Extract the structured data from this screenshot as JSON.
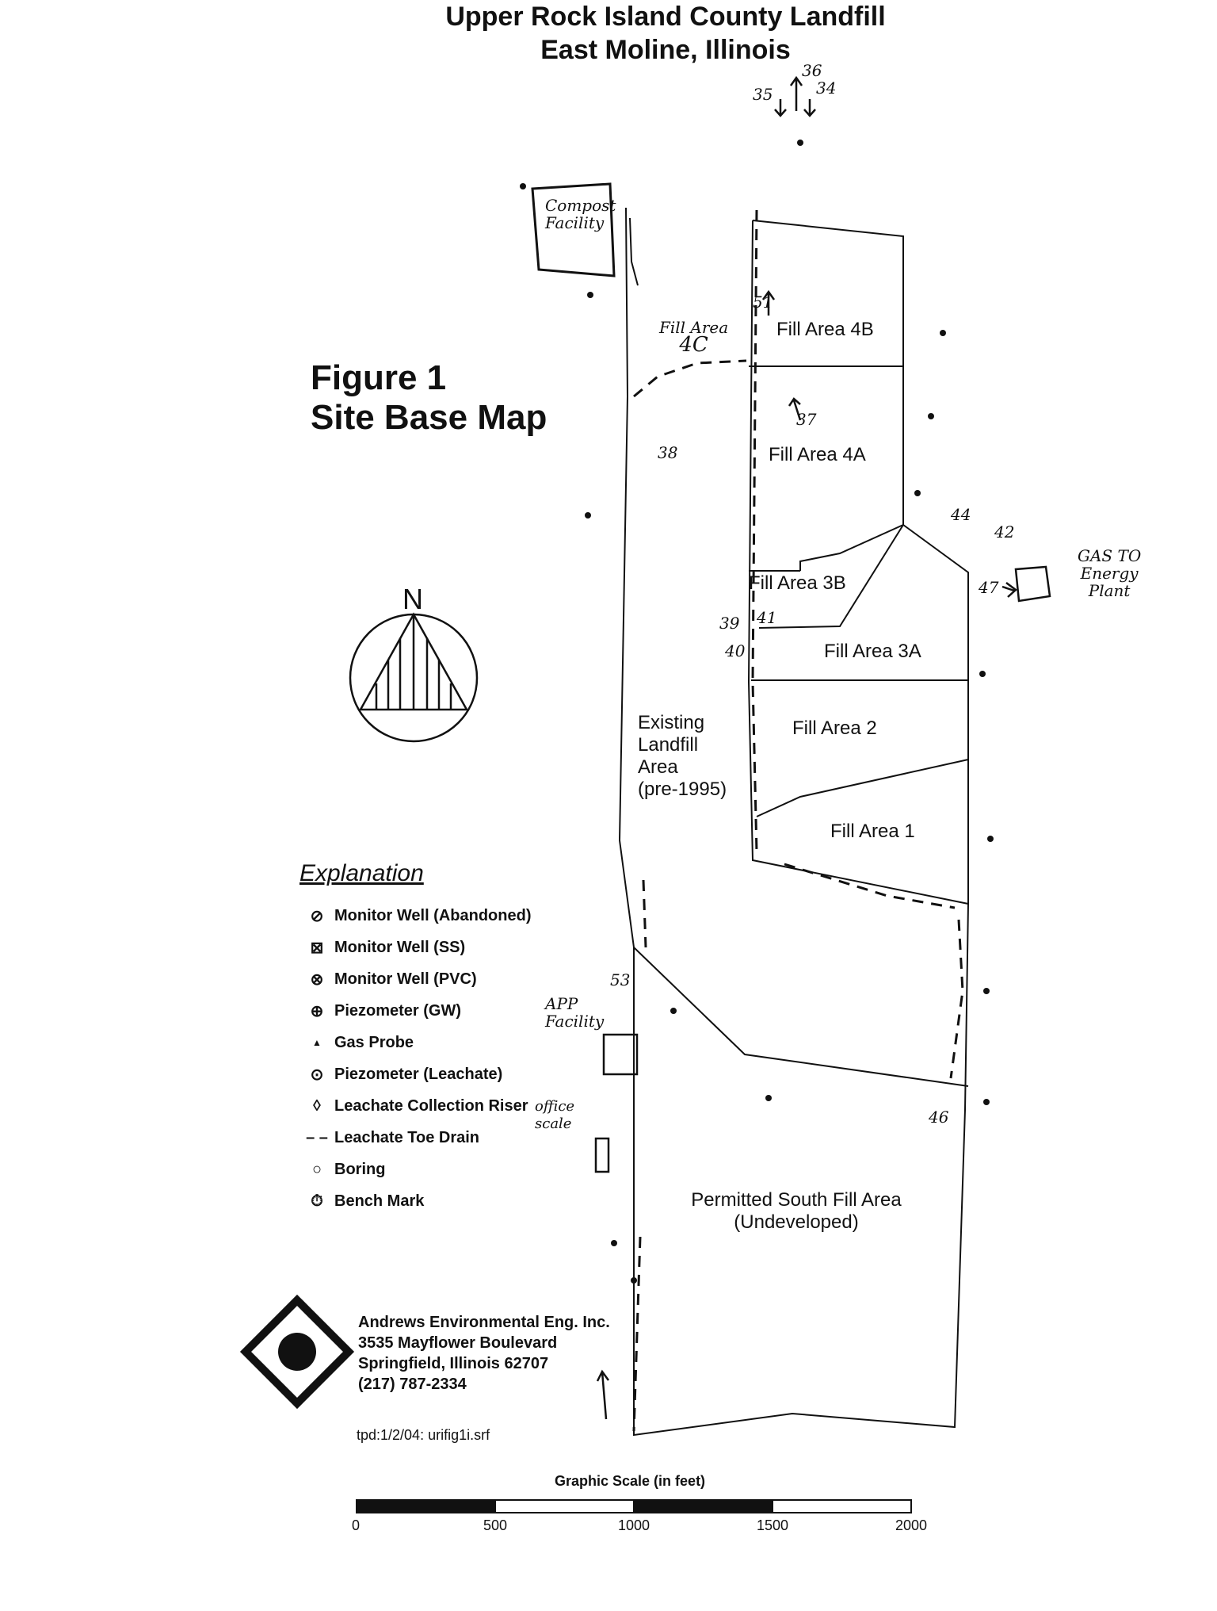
{
  "header": {
    "title_line1": "Upper Rock Island County Landfill",
    "title_line2": "East Moline, Illinois"
  },
  "figure": {
    "number": "Figure 1",
    "name": "Site Base Map"
  },
  "compass": {
    "label": "N"
  },
  "areas": {
    "fill_4b": "Fill Area 4B",
    "fill_4a": "Fill Area 4A",
    "fill_3b": "Fill Area 3B",
    "fill_3a": "Fill Area 3A",
    "fill_2": "Fill Area 2",
    "fill_1": "Fill Area 1",
    "existing": [
      "Existing",
      "Landfill",
      "Area",
      "(pre-1995)"
    ],
    "south": [
      "Permitted South Fill Area",
      "(Undeveloped)"
    ]
  },
  "handwritten": {
    "compost": [
      "Compost",
      "Facility"
    ],
    "fill_4c": [
      "Fill Area",
      "4C"
    ],
    "gas_plant": [
      "GAS TO",
      "Energy",
      "Plant"
    ],
    "app_facility": [
      "APP",
      "Facility"
    ],
    "office_scale": [
      "office",
      "scale"
    ],
    "num_35": "35",
    "num_36": "36",
    "num_34": "34",
    "num_37": "37",
    "num_38": "38",
    "num_39": "39",
    "num_40": "40",
    "num_41": "41",
    "num_42": "42",
    "num_44": "44",
    "num_46": "46",
    "num_47": "47",
    "num_51": "51",
    "num_53": "53"
  },
  "legend": {
    "heading": "Explanation",
    "items": [
      {
        "icon": "abandoned-well-icon",
        "symbol": "⊘",
        "label": "Monitor Well (Abandoned)"
      },
      {
        "icon": "ss-well-icon",
        "symbol": "⊠",
        "label": "Monitor Well (SS)"
      },
      {
        "icon": "pvc-well-icon",
        "symbol": "⊗",
        "label": "Monitor Well (PVC)"
      },
      {
        "icon": "piezometer-gw-icon",
        "symbol": "⊕",
        "label": "Piezometer (GW)"
      },
      {
        "icon": "gas-probe-icon",
        "symbol": "▲",
        "label": "Gas Probe"
      },
      {
        "icon": "piezometer-leachate-icon",
        "symbol": "⊙",
        "label": "Piezometer (Leachate)"
      },
      {
        "icon": "riser-icon",
        "symbol": "◊",
        "label": "Leachate Collection Riser"
      },
      {
        "icon": "toe-drain-icon",
        "symbol": "– –",
        "label": "Leachate Toe Drain"
      },
      {
        "icon": "boring-icon",
        "symbol": "○",
        "label": "Boring"
      },
      {
        "icon": "bench-mark-icon",
        "symbol": "⏱",
        "label": "Bench Mark"
      }
    ]
  },
  "company": {
    "name": "Andrews Environmental Eng. Inc.",
    "address": "3535 Mayflower Boulevard",
    "city": "Springfield, Illinois  62707",
    "phone": "(217) 787-2334",
    "file": "tpd:1/2/04: urifig1i.srf"
  },
  "scale": {
    "title": "Graphic Scale (in feet)",
    "ticks": [
      "0",
      "500",
      "1000",
      "1500",
      "2000"
    ]
  }
}
